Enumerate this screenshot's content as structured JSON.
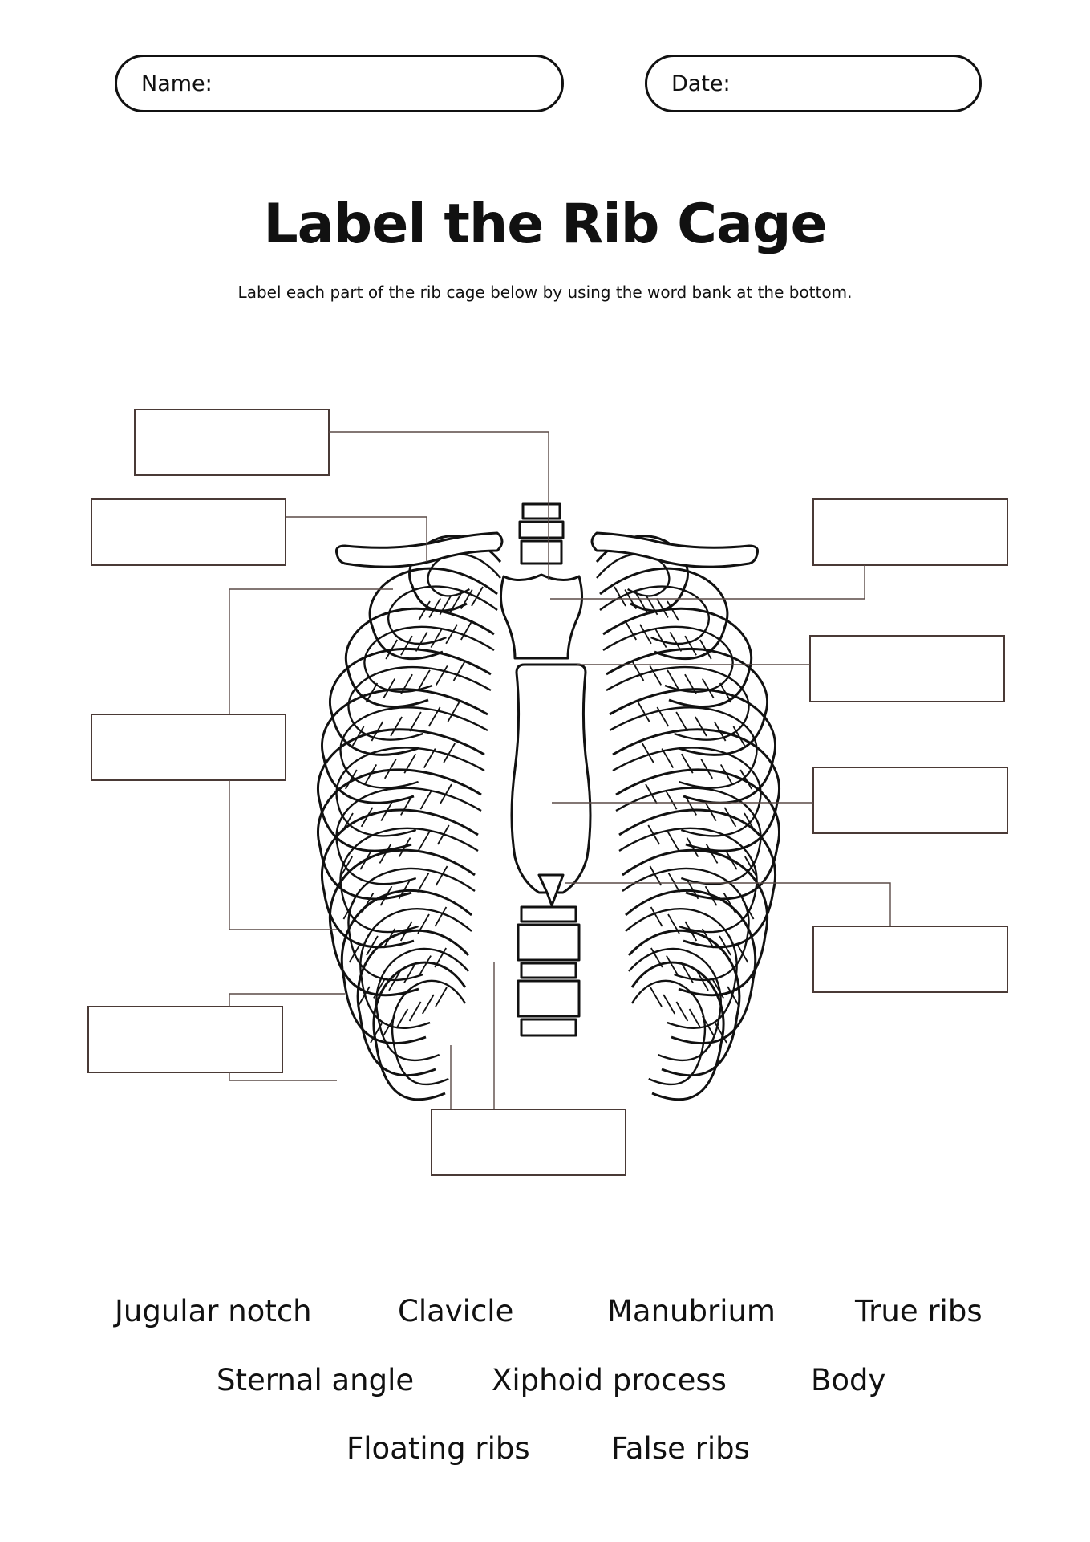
{
  "header": {
    "name_label": "Name:",
    "date_label": "Date:"
  },
  "title": "Label the Rib Cage",
  "instructions": "Label each part of the rib cage below by using the word bank at the bottom.",
  "word_bank": [
    "Jugular notch",
    "Clavicle",
    "Manubrium",
    "True ribs",
    "Sternal angle",
    "Xiphoid process",
    "Body",
    "Floating ribs",
    "False ribs"
  ]
}
